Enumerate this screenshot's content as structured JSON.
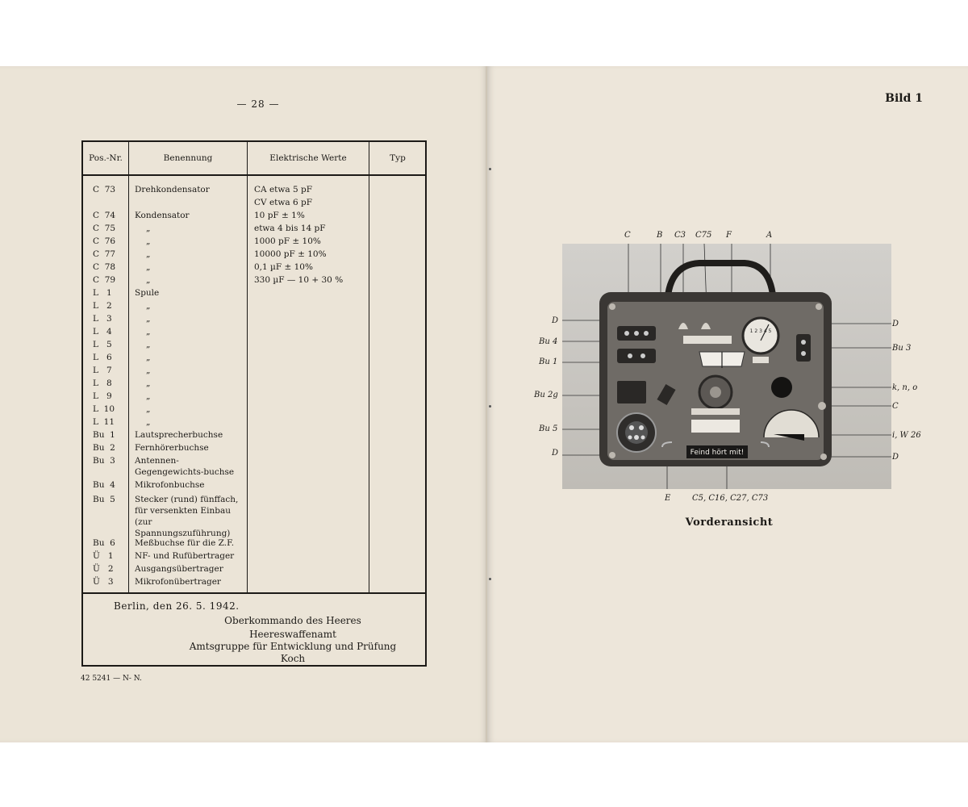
{
  "left_page": {
    "page_number": "— 28 —",
    "table": {
      "headers": [
        "Pos.-Nr.",
        "Benennung",
        "Elektrische Werte",
        "Typ"
      ],
      "rows": [
        {
          "pos": "C  73",
          "name": "Drehkondensator",
          "value": "CA etwa 5 pF"
        },
        {
          "pos": "",
          "name": "",
          "value": "CV etwa 6 pF"
        },
        {
          "pos": "C  74",
          "name": "Kondensator",
          "value": "10 pF ± 1%"
        },
        {
          "pos": "C  75",
          "name": "„",
          "value": "etwa 4 bis 14 pF"
        },
        {
          "pos": "C  76",
          "name": "„",
          "value": "1000 pF ± 10%"
        },
        {
          "pos": "C  77",
          "name": "„",
          "value": "10000 pF ± 10%"
        },
        {
          "pos": "C  78",
          "name": "„",
          "value": "0,1 µF ± 10%"
        },
        {
          "pos": "C  79",
          "name": "„",
          "value": "330 µF — 10 + 30 %"
        },
        {
          "pos": "L   1",
          "name": "Spule",
          "value": ""
        },
        {
          "pos": "L   2",
          "name": "„",
          "value": ""
        },
        {
          "pos": "L   3",
          "name": "„",
          "value": ""
        },
        {
          "pos": "L   4",
          "name": "„",
          "value": ""
        },
        {
          "pos": "L   5",
          "name": "„",
          "value": ""
        },
        {
          "pos": "L   6",
          "name": "„",
          "value": ""
        },
        {
          "pos": "L   7",
          "name": "„",
          "value": ""
        },
        {
          "pos": "L   8",
          "name": "„",
          "value": ""
        },
        {
          "pos": "L   9",
          "name": "„",
          "value": ""
        },
        {
          "pos": "L  10",
          "name": "„",
          "value": ""
        },
        {
          "pos": "L  11",
          "name": "„",
          "value": ""
        },
        {
          "pos": "Bu  1",
          "name": "Lautsprecherbuchse",
          "value": ""
        },
        {
          "pos": "Bu  2",
          "name": "Fernhörerbuchse",
          "value": ""
        },
        {
          "pos": "Bu  3",
          "name": "Antennen-Gegengewichts-buchse",
          "value": ""
        },
        {
          "pos": "Bu  4",
          "name": "Mikrofonbuchse",
          "value": ""
        },
        {
          "pos": "Bu  5",
          "name": "Stecker (rund) fünffach, für versenkten Einbau (zur Spannungszuführung)",
          "value": ""
        },
        {
          "pos": "Bu  6",
          "name": "Meßbuchse für die Z.F.",
          "value": ""
        },
        {
          "pos": "Ü   1",
          "name": "NF- und Rufübertrager",
          "value": ""
        },
        {
          "pos": "Ü   2",
          "name": "Ausgangsübertrager",
          "value": ""
        },
        {
          "pos": "Ü   3",
          "name": "Mikrofonübertrager",
          "value": ""
        }
      ]
    },
    "signature": {
      "city_date": "Berlin, den 26. 5. 1942.",
      "lines": [
        "Oberkommando des Heeres",
        "Heereswaffenamt",
        "Amtsgruppe für Entwicklung und Prüfung",
        "Koch"
      ]
    },
    "printer_code": "42 5241 — N- N."
  },
  "right_page": {
    "figure_label": "Bild 1",
    "caption": "Vorderansicht",
    "panel_plate": "Feind hört mit!",
    "callouts_top": [
      "C",
      "B",
      "C3",
      "C75",
      "F",
      "A"
    ],
    "callouts_left": [
      "D",
      "Bu 4",
      "Bu 1",
      "Bu 2g",
      "Bu 5",
      "D"
    ],
    "callouts_right": [
      "D",
      "Bu 3",
      "k, n, o",
      "C",
      "i, W 26",
      "D"
    ],
    "callouts_bottom": [
      "E",
      "C5, C16, C27, C73"
    ],
    "meter_scale": "1 2 3 4 5",
    "colors": {
      "paper": "#ebe4d7",
      "ink": "#1c1a17",
      "case": "#3a3734",
      "panel": "#6f6b66"
    }
  }
}
